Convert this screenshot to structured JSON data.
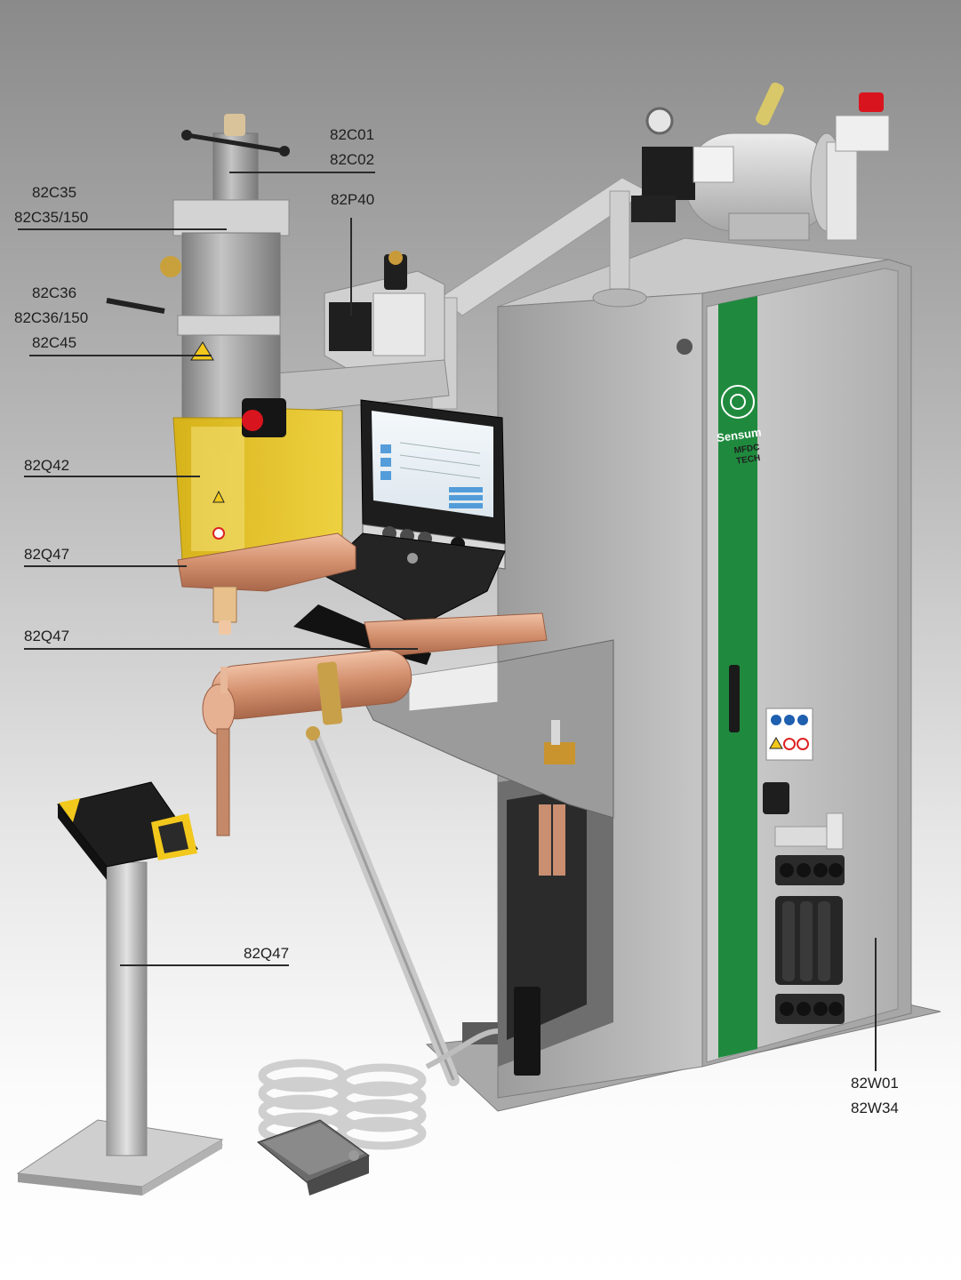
{
  "callouts": [
    {
      "id": "c1",
      "lines": [
        "82C01",
        "82C02"
      ]
    },
    {
      "id": "c2",
      "lines": [
        "82C35",
        "82C35/150"
      ]
    },
    {
      "id": "c3",
      "lines": [
        "82P40"
      ]
    },
    {
      "id": "c4",
      "lines": [
        "82C36",
        "82C36/150",
        "82C45"
      ]
    },
    {
      "id": "c5",
      "lines": [
        "82Q42"
      ]
    },
    {
      "id": "c6",
      "lines": [
        "82Q47"
      ]
    },
    {
      "id": "c7",
      "lines": [
        "82Q47"
      ]
    },
    {
      "id": "c8",
      "lines": [
        "82Q47"
      ]
    },
    {
      "id": "c9",
      "lines": [
        "82W01",
        "82W34"
      ]
    }
  ],
  "machine": {
    "brand": "Sensum",
    "tech_label": "MFDC TECH"
  },
  "colors": {
    "cabinet": "#b8b8b8",
    "cabinet_dark": "#8f8f8f",
    "door_stripe": "#1f8a3e",
    "copper": "#d89878",
    "yellow_guard": "#e6c21a",
    "panel_black": "#1d1d1d",
    "cylinder": "#9d9d9d"
  }
}
